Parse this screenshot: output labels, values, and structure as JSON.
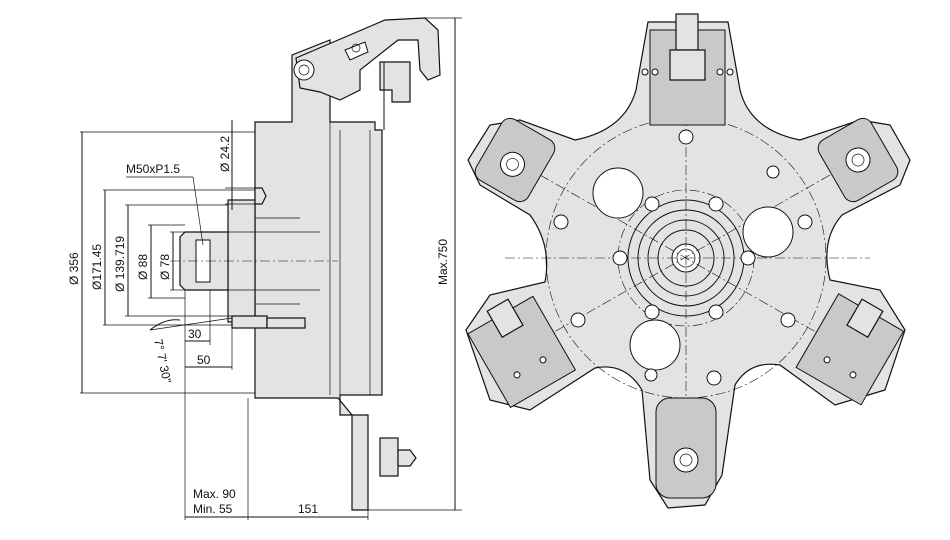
{
  "dimensions": {
    "thread": "M50xP1.5",
    "d24": "Ø 24.2",
    "d356": "Ø 356",
    "d171": "Ø171.45",
    "d139": "Ø 139.719",
    "d88": "Ø 88",
    "d78": "Ø 78",
    "d30": "30",
    "d50": "50",
    "angle": "7° 7' 30\"",
    "max90": "Max. 90",
    "min55": "Min.  55",
    "d151": "151",
    "max750": "Max.750"
  },
  "colors": {
    "fill": "#e3e3e3",
    "stroke": "#111111",
    "background": "#ffffff"
  }
}
